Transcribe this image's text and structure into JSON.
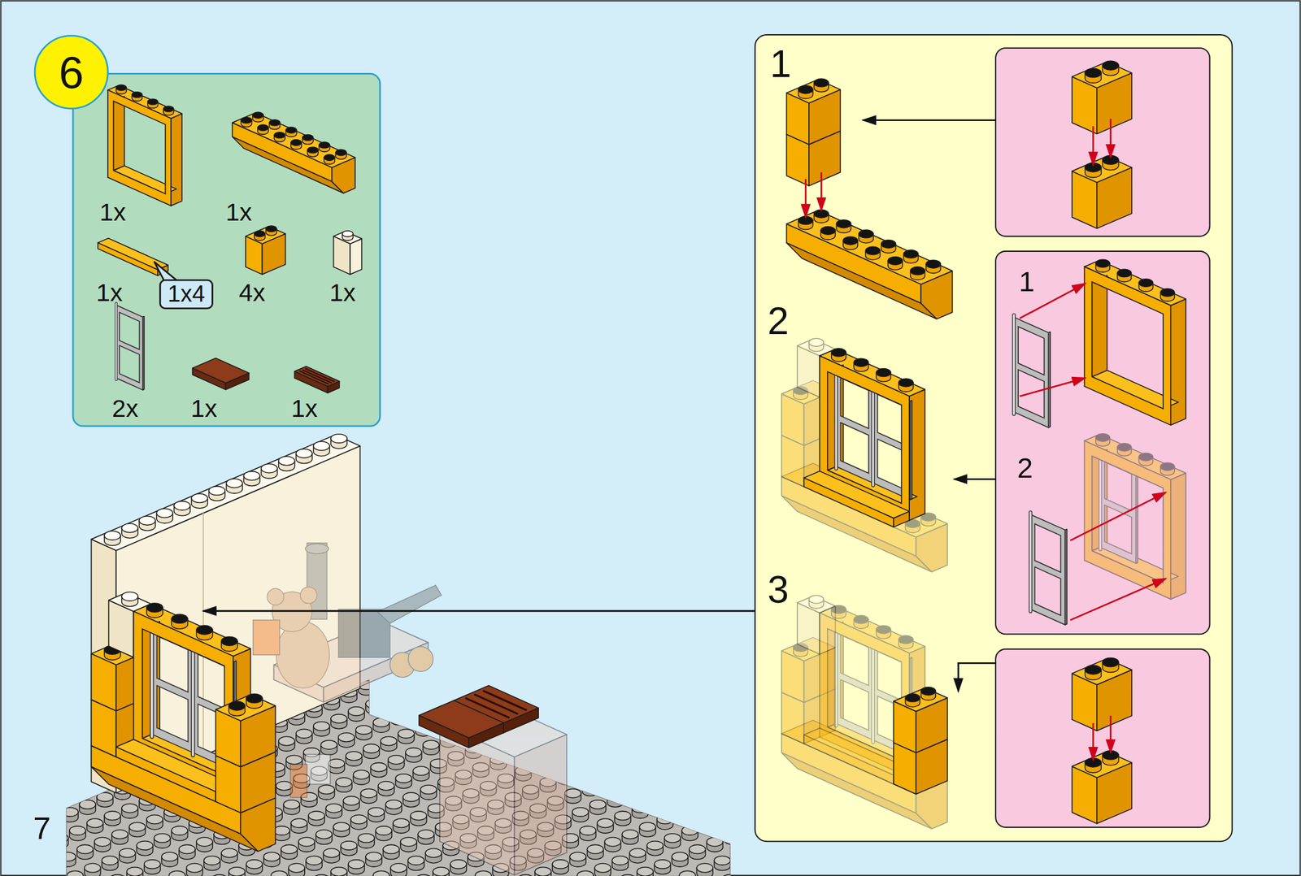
{
  "diagram": {
    "nodes": [
      {
        "text": [
          "6"
        ]
      },
      {
        "text": [
          "1x4"
        ]
      }
    ],
    "labels": [
      "1x",
      "1x",
      "1x",
      "4x",
      "1x",
      "2x",
      "1x",
      "1x",
      "1",
      "1",
      "2",
      "2",
      "3",
      "7"
    ]
  }
}
